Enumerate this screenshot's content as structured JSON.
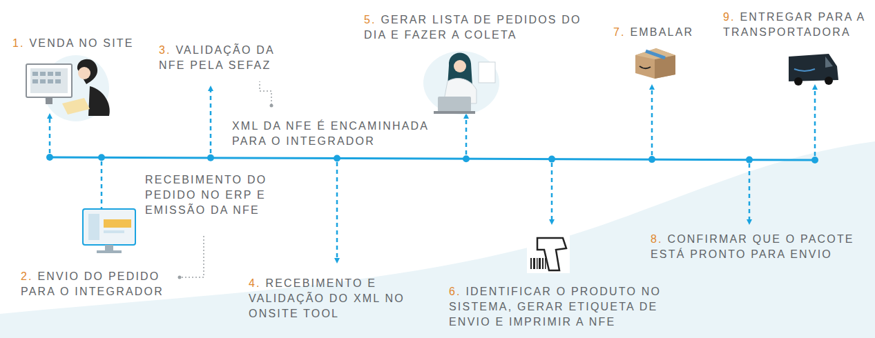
{
  "diagram": {
    "labels": [
      "1.",
      "VENDA NO SITE",
      "3.",
      "VALIDAÇÃO DA NFE PELA SEFAZ",
      "5.",
      "GERAR LISTA DE PEDIDOS DO DIA E FAZER A COLETA",
      "7.",
      "EMBALAR",
      "9.",
      "ENTREGAR PARA A TRANSPORTADORA",
      "XML DA NFE É ENCAMINHADA PARA O INTEGRADOR",
      "RECEBIMENTO DO PEDIDO NO ERP E EMISSÃO DA NFE",
      "2.",
      "ENVIO DO PEDIDO PARA O INTEGRADOR",
      "4.",
      "RECEBIMENTO E VALIDAÇÃO DO XML NO ONSITE TOOL",
      "6.",
      "IDENTIFICAR O PRODUTO NO SISTEMA, GERAR ETIQUETA DE ENVIO E IMPRIMIR A NFE",
      "8.",
      "CONFIRMAR QUE O PACOTE ESTÁ PRONTO PARA ENVIO"
    ]
  }
}
